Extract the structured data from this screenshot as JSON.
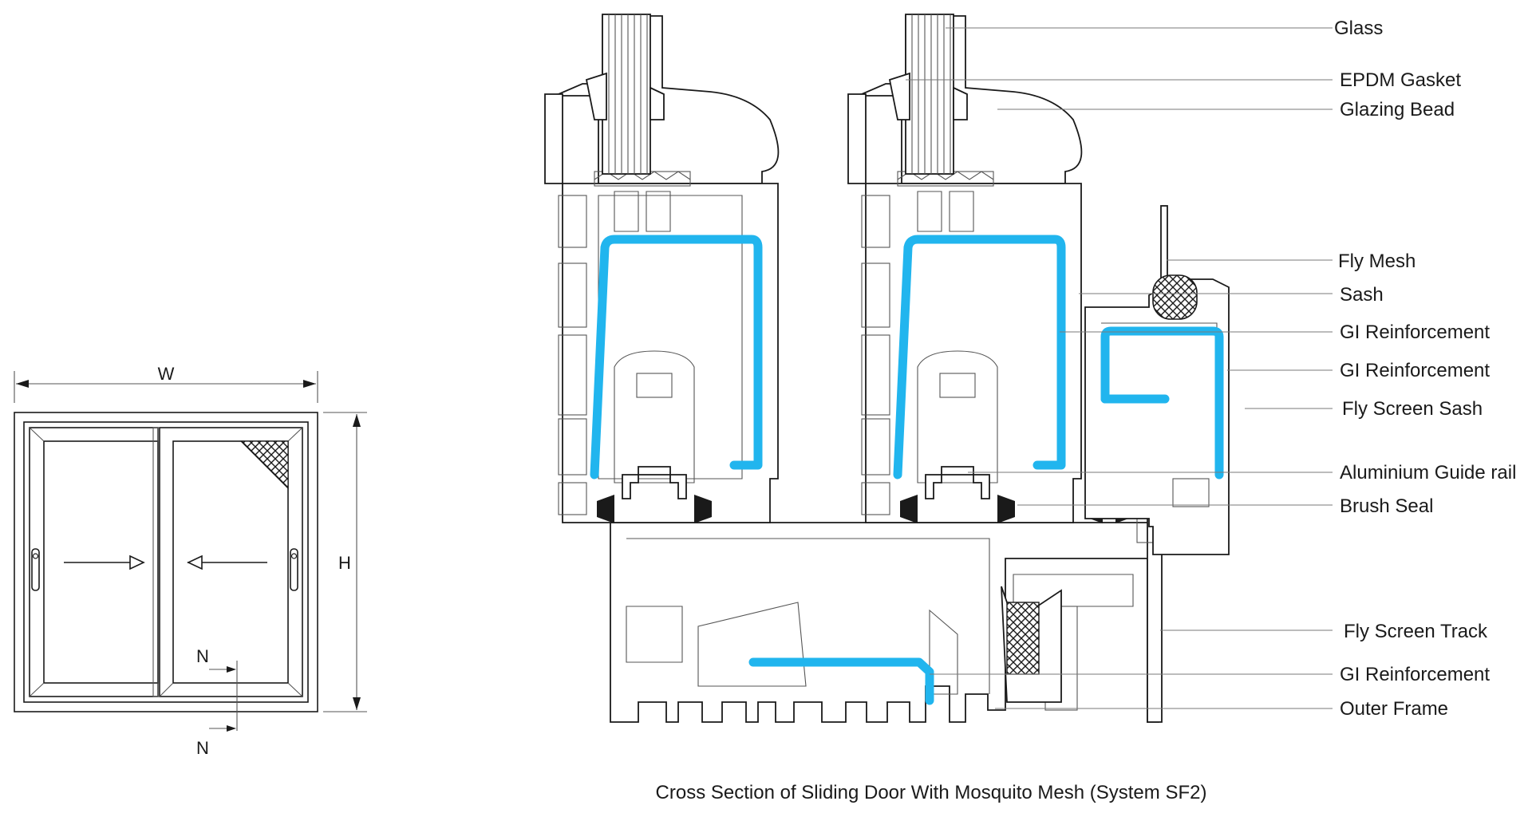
{
  "colors": {
    "reinforcement": "#21b5ee",
    "line": "#1a1a1a",
    "background": "#ffffff"
  },
  "elevation": {
    "width_label": "W",
    "height_label": "H",
    "section_mark_top": "N",
    "section_mark_bottom": "N"
  },
  "labels": [
    "Glass",
    "EPDM Gasket",
    "Glazing Bead",
    "Fly Mesh",
    "Sash",
    "GI Reinforcement",
    "GI Reinforcement",
    "Fly Screen Sash",
    "Aluminium Guide rail",
    "Brush Seal",
    "Fly Screen Track",
    "GI Reinforcement",
    "Outer Frame"
  ],
  "caption": "Cross Section of Sliding Door With Mosquito Mesh (System SF2)"
}
